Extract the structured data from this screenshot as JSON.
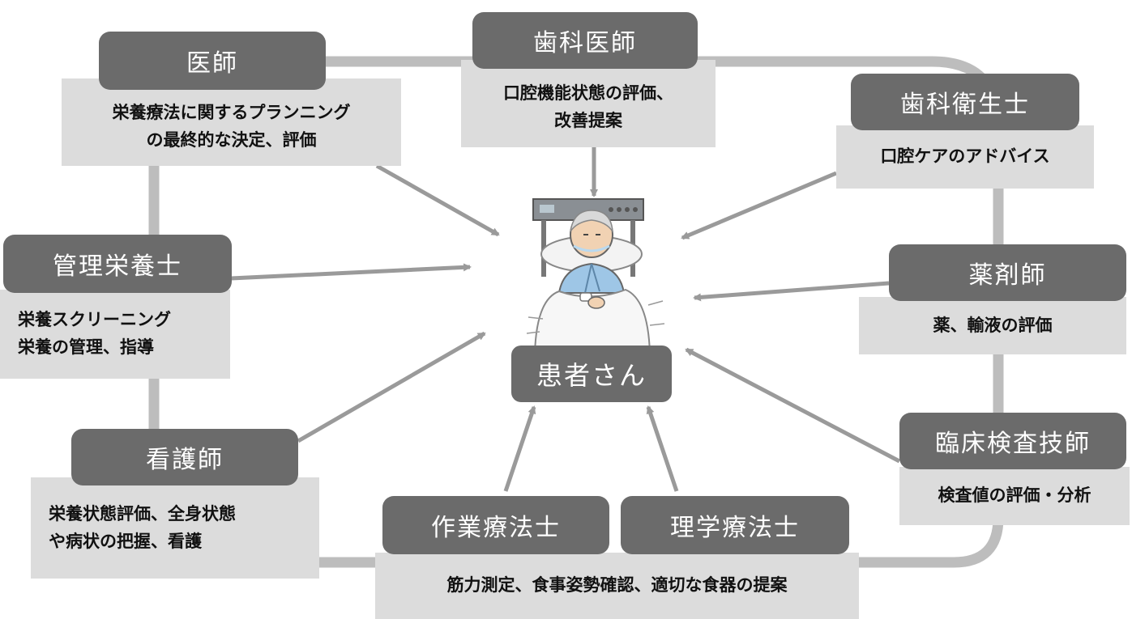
{
  "patient": {
    "label": "患者さん"
  },
  "roles": {
    "doctor": {
      "title": "医師",
      "desc": "栄養療法に関するプランニング\nの最終的な決定、評価"
    },
    "dentist": {
      "title": "歯科医師",
      "desc": "口腔機能状態の評価、\n改善提案"
    },
    "hygienist": {
      "title": "歯科衛生士",
      "desc": "口腔ケアのアドバイス"
    },
    "dietitian": {
      "title": "管理栄養士",
      "desc": "栄養スクリーニング\n栄養の管理、指導"
    },
    "pharmacist": {
      "title": "薬剤師",
      "desc": "薬、輸液の評価"
    },
    "nurse": {
      "title": "看護師",
      "desc": "栄養状態評価、全身状態\nや病状の把握、看護"
    },
    "lab_tech": {
      "title": "臨床検査技師",
      "desc": "検査値の評価・分析"
    },
    "ot": {
      "title": "作業療法士"
    },
    "pt": {
      "title": "理学療法士"
    },
    "therapy": {
      "desc": "筋力測定、食事姿勢確認、適切な食器の提案"
    }
  },
  "colors": {
    "title_bg": "#6b6b6b",
    "desc_bg": "#dcdcdc",
    "connector": "#bdbdbd",
    "arrow": "#9a9a9a"
  }
}
